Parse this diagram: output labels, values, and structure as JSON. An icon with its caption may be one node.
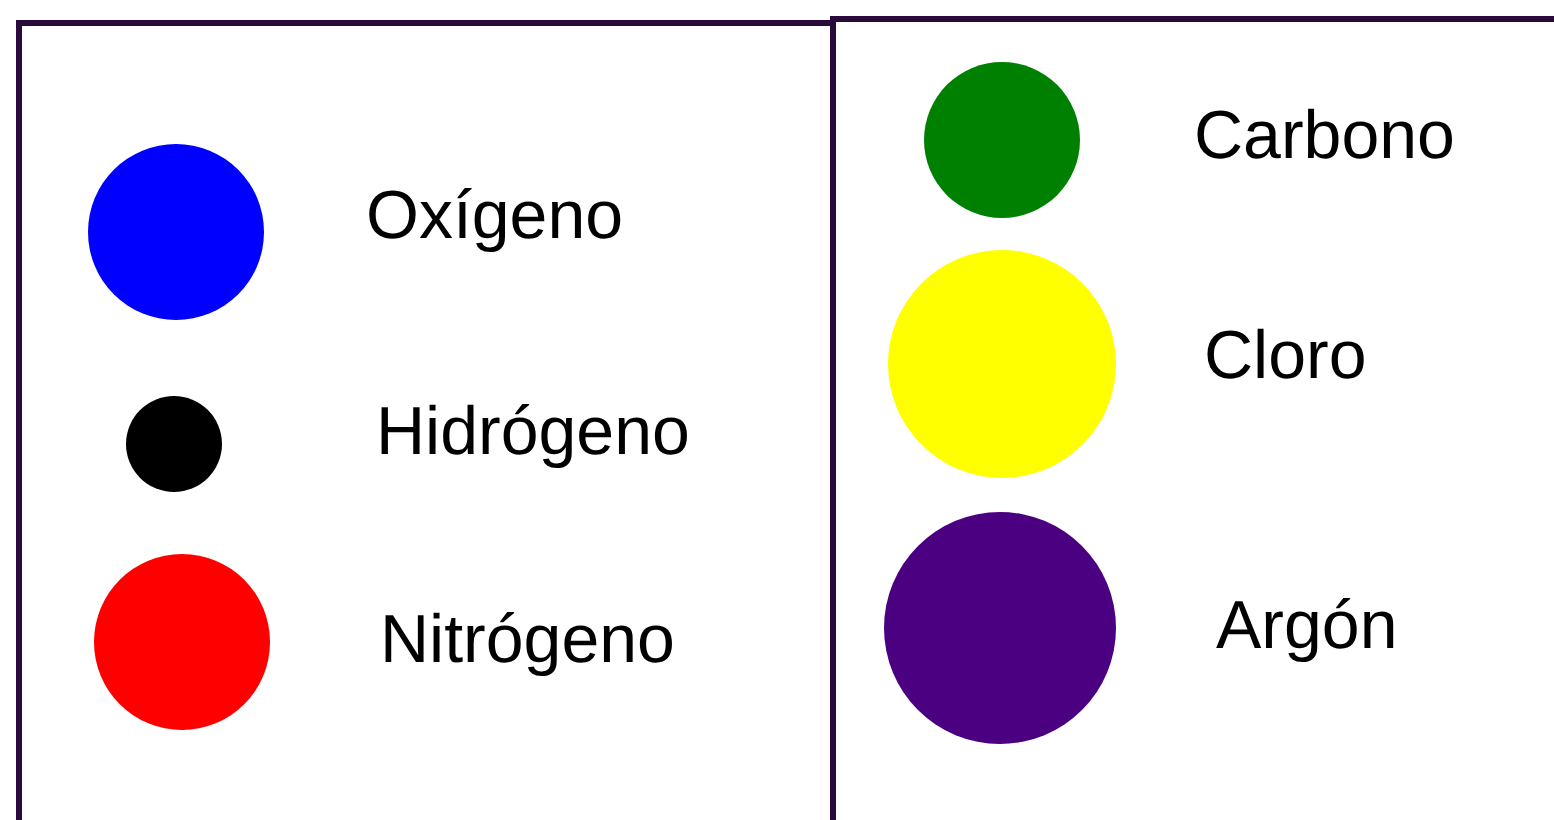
{
  "diagram": {
    "legend": [
      {
        "text": "Oxígeno",
        "color": "#0000ff"
      },
      {
        "text": "Hidrógeno",
        "color": "#000000"
      },
      {
        "text": "Nitrógeno",
        "color": "#ff0000"
      },
      {
        "text": "Carbono",
        "color": "#008000"
      },
      {
        "text": "Cloro",
        "color": "#ffff00"
      },
      {
        "text": "Argón",
        "color": "#4b0082"
      }
    ]
  }
}
